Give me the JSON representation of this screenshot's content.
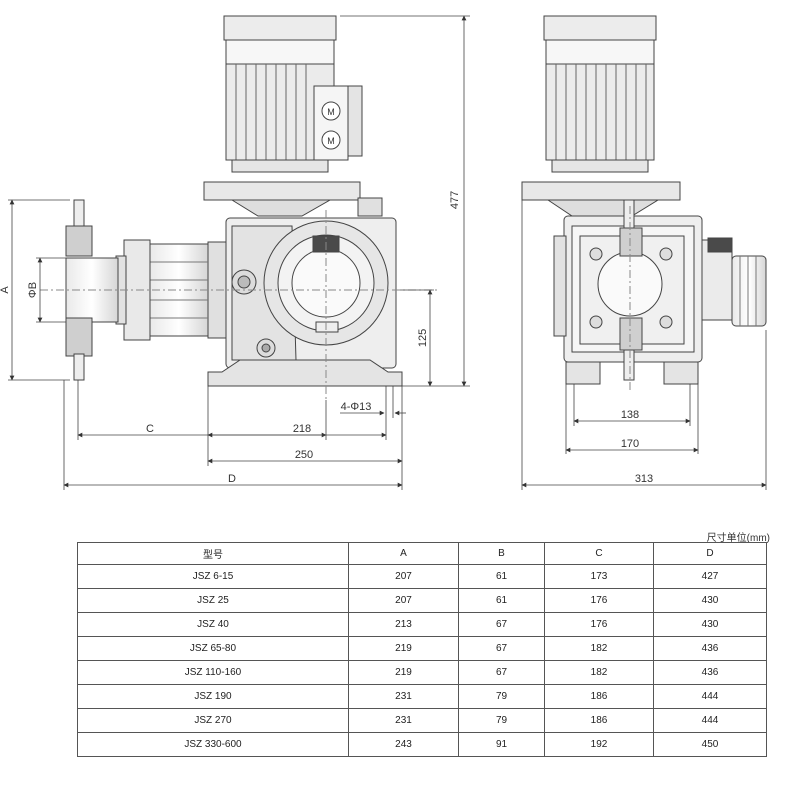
{
  "drawing": {
    "dims": {
      "height_total": "477",
      "a": "A",
      "phi_b": "ΦB",
      "c": "C",
      "d": "D",
      "w218": "218",
      "w250": "250",
      "h125": "125",
      "holes": "4-Φ13",
      "w138": "138",
      "w170": "170",
      "w313": "313"
    },
    "motor_symbols": [
      "M",
      "M"
    ]
  },
  "table": {
    "unit_note": "尺寸单位(mm)",
    "headers": [
      "型号",
      "A",
      "B",
      "C",
      "D"
    ],
    "rows": [
      [
        "JSZ 6-15",
        "207",
        "61",
        "173",
        "427"
      ],
      [
        "JSZ 25",
        "207",
        "61",
        "176",
        "430"
      ],
      [
        "JSZ 40",
        "213",
        "67",
        "176",
        "430"
      ],
      [
        "JSZ 65-80",
        "219",
        "67",
        "182",
        "436"
      ],
      [
        "JSZ 110-160",
        "219",
        "67",
        "182",
        "436"
      ],
      [
        "JSZ 190",
        "231",
        "79",
        "186",
        "444"
      ],
      [
        "JSZ 270",
        "231",
        "79",
        "186",
        "444"
      ],
      [
        "JSZ 330-600",
        "243",
        "91",
        "192",
        "450"
      ]
    ]
  }
}
